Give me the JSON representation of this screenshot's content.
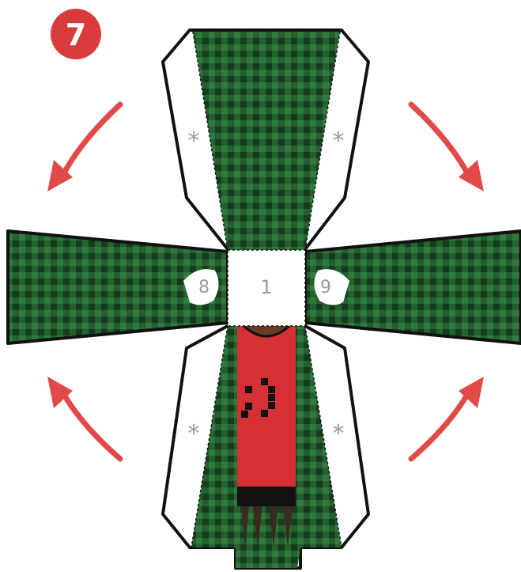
{
  "step": {
    "number": "7",
    "badge_color": "#d93b3b"
  },
  "panels": {
    "center_label": "1",
    "left_tab_label": "8",
    "right_tab_label": "9",
    "glue_marks": [
      "*",
      "*",
      "*",
      "*"
    ]
  },
  "colors": {
    "plaid_dark": "#1d4a27",
    "plaid_light": "#2f7a3d",
    "outline": "#111111",
    "shirt": "#d62f34",
    "arrow": "#e24a4a",
    "skin": "#6b3a22",
    "label_gray": "#9a9a9a"
  },
  "icons": {
    "arrows": [
      "curved-arrow-icon",
      "curved-arrow-icon",
      "curved-arrow-icon",
      "curved-arrow-icon"
    ],
    "face": "winking-face-icon"
  }
}
